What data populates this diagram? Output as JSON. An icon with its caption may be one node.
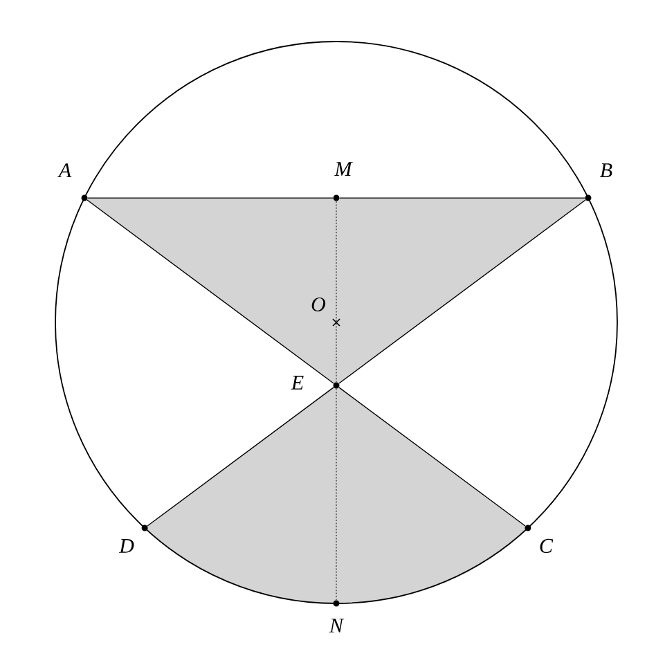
{
  "diagram": {
    "nodes": [
      {
        "text": [],
        "shape": "circle",
        "beside": [
          "A"
        ]
      },
      {
        "text": [],
        "shape": "circle",
        "beside": [
          "M"
        ]
      },
      {
        "text": [],
        "shape": "circle",
        "beside": [
          "B"
        ]
      },
      {
        "text": [],
        "shape": "circle",
        "beside": [
          "E"
        ]
      },
      {
        "text": [],
        "shape": "circle",
        "beside": [
          "D"
        ]
      },
      {
        "text": [],
        "shape": "circle",
        "beside": [
          "C"
        ]
      },
      {
        "text": [],
        "shape": "circle",
        "beside": [
          "N"
        ]
      }
    ],
    "edges": [
      {
        "from": 0,
        "to": 1,
        "arrow": "none"
      },
      {
        "from": 1,
        "to": 2,
        "arrow": "none"
      },
      {
        "from": 0,
        "to": 3,
        "arrow": "none"
      },
      {
        "from": 3,
        "to": 5,
        "arrow": "none"
      },
      {
        "from": 2,
        "to": 3,
        "arrow": "none"
      },
      {
        "from": 3,
        "to": 4,
        "arrow": "none"
      },
      {
        "from": 1,
        "to": 3,
        "arrow": "none",
        "style": "dashed"
      },
      {
        "from": 3,
        "to": 6,
        "arrow": "none",
        "style": "dashed"
      }
    ],
    "labels": [
      "O"
    ]
  }
}
